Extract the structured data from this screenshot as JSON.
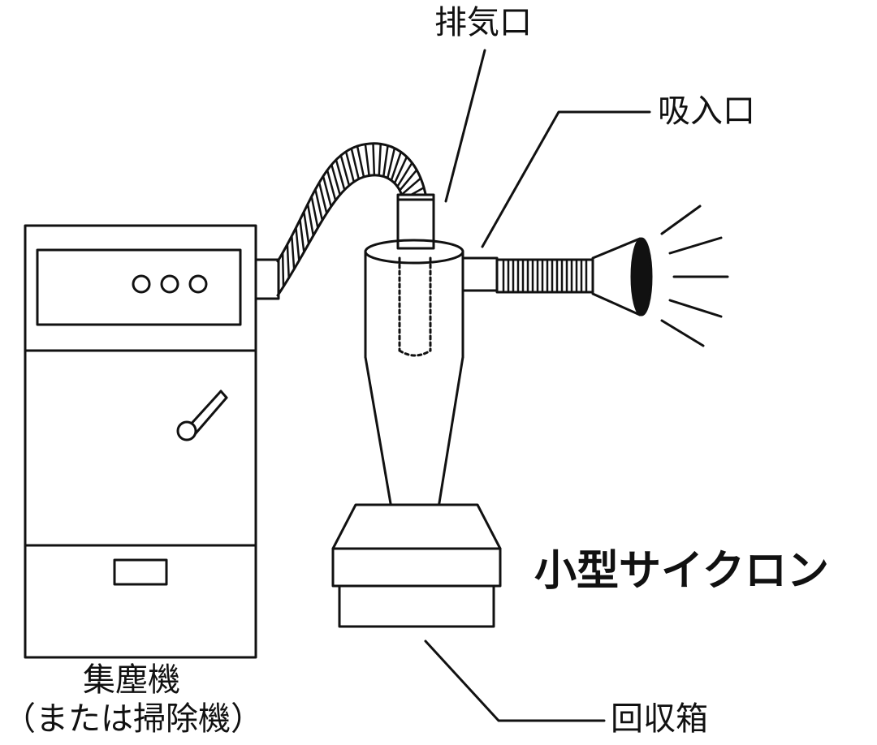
{
  "diagram": {
    "labels": {
      "exhaust_port": "排気口",
      "intake_port": "吸入口",
      "cyclone_title": "小型サイクロン",
      "dust_collector_line1": "集塵機",
      "dust_collector_line2": "（または掃除機）",
      "collection_box": "回収箱"
    },
    "colors": {
      "stroke": "#111111",
      "background": "#ffffff"
    },
    "icons": {
      "hose": "corrugated-hose-icon",
      "nozzle": "intake-nozzle-icon"
    }
  }
}
